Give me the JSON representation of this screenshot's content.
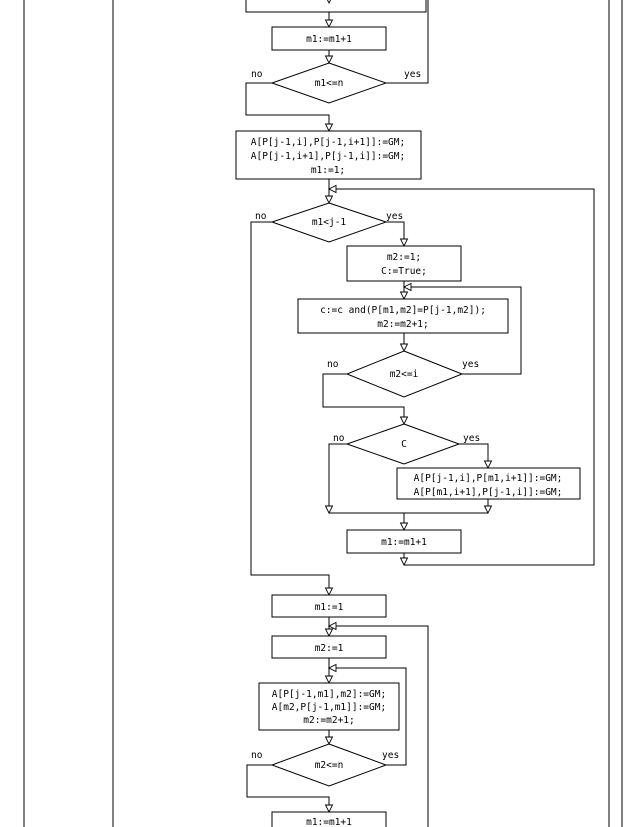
{
  "blocks": {
    "inc_m1_top": "m1:=m1+1",
    "cond_m1_le_n": "m1<=n",
    "assign_gm_1": [
      "A[P[j-1,i],P[j-1,i+1]]:=GM;",
      "A[P[j-1,i+1],P[j-1,i]]:=GM;",
      "m1:=1;"
    ],
    "cond_m1_lt_j1": "m1<j-1",
    "init_m2_c": [
      "m2:=1;",
      "C:=True;"
    ],
    "compare_c": [
      "c:=c and(P[m1,m2]=P[j-1,m2]);",
      "m2:=m2+1;"
    ],
    "cond_m2_le_i": "m2<=i",
    "cond_c": "C",
    "assign_gm_2": [
      "A[P[j-1,i],P[m1,i+1]]:=GM;",
      "A[P[m1,i+1],P[j-1,i]]:=GM;"
    ],
    "inc_m1_mid": "m1:=m1+1",
    "set_m1_1": "m1:=1",
    "set_m2_1": "m2:=1",
    "assign_gm_3": [
      "A[P[j-1,m1],m2]:=GM;",
      "A[m2,P[j-1,m1]]:=GM;",
      "m2:=m2+1;"
    ],
    "cond_m2_le_n": "m2<=n",
    "inc_m1_bottom": "m1:=m1+1"
  },
  "labels": {
    "no": "no",
    "yes": "yes"
  }
}
